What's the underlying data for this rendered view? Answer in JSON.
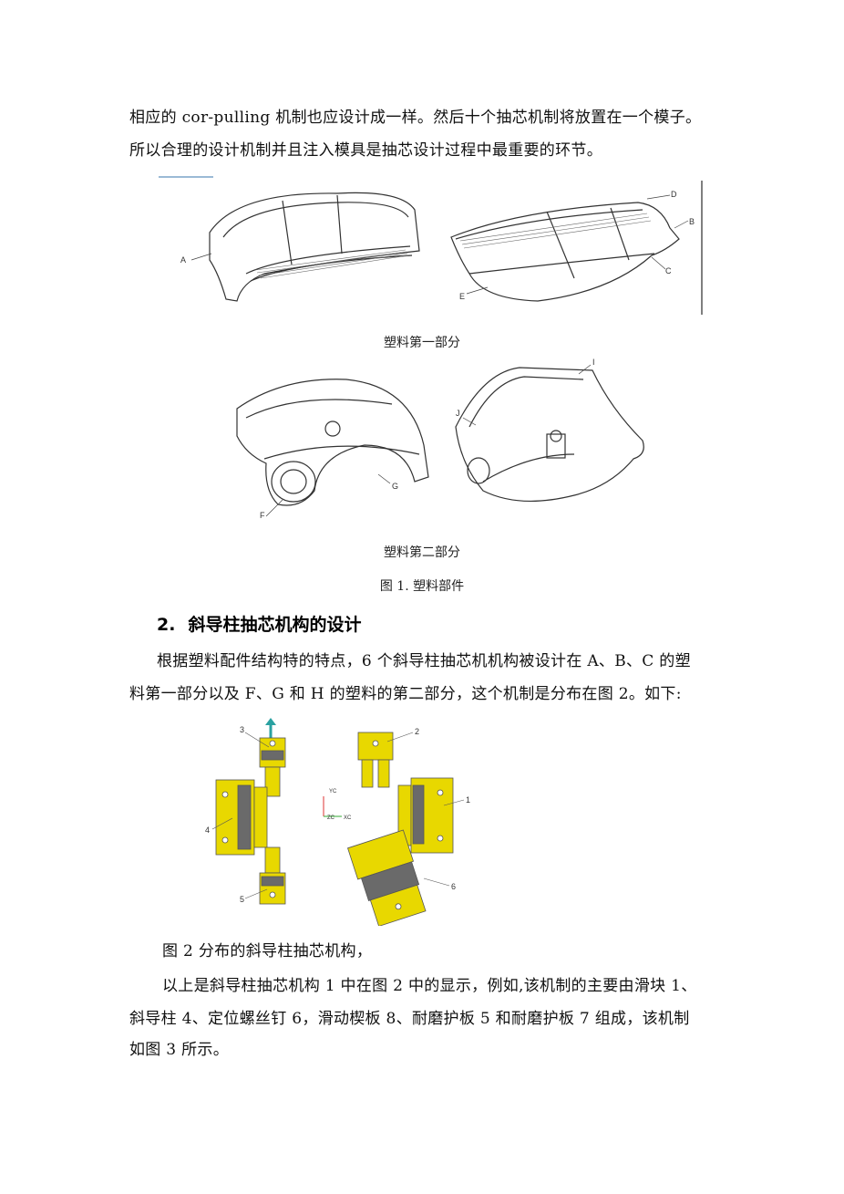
{
  "intro": {
    "line1": "相应的 cor-pulling 机制也应设计成一样。然后十个抽芯机制将放置在一个模子。",
    "line2": "所以合理的设计机制并且注入模具是抽芯设计过程中最重要的环节。"
  },
  "figure1": {
    "part1_caption": "塑料第一部分",
    "part2_caption": "塑料第二部分",
    "caption": "图 1. 塑料部件",
    "part1_labels": [
      "A",
      "B",
      "C",
      "D",
      "E"
    ],
    "part2_labels": [
      "F",
      "G",
      "I",
      "J"
    ]
  },
  "section2": {
    "number": "2.",
    "title": "斜导柱抽芯机构的设计",
    "para_line1": "根据塑料配件结构特的特点，6 个斜导柱抽芯机机构被设计在 A、B、C 的塑",
    "para_line2": "料第一部分以及 F、G 和 H 的塑料的第二部分，这个机制是分布在图 2。如下:"
  },
  "figure2": {
    "labels": [
      "1",
      "2",
      "3",
      "4",
      "5",
      "6"
    ],
    "axis_labels": [
      "YC",
      "XC",
      "ZC"
    ],
    "colors": {
      "part": "#e8d800",
      "outline": "#555555",
      "plate": "#6a6a6a",
      "arrow": "#2aa1a1"
    },
    "caption": "图 2 分布的斜导柱抽芯机构，"
  },
  "closing": {
    "line1": "以上是斜导柱抽芯机构 1 中在图 2 中的显示，例如,该机制的主要由滑块 1、",
    "line2": "斜导柱 4、定位螺丝钉 6，滑动楔板 8、耐磨护板 5 和耐磨护板 7 组成，该机制",
    "line3": "如图 3 所示。"
  }
}
